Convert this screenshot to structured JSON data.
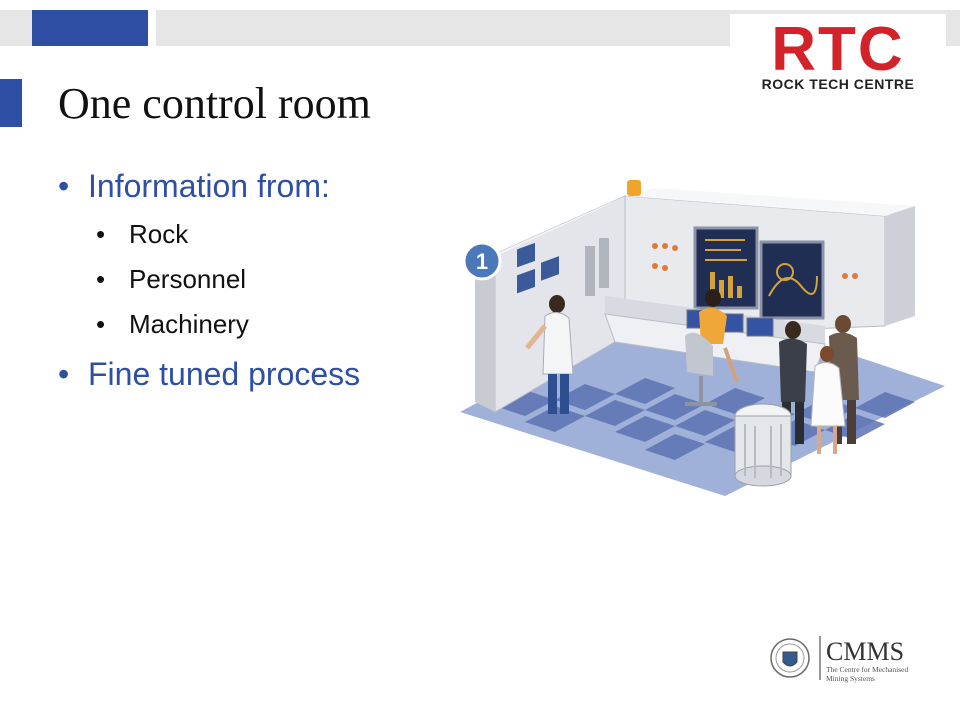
{
  "slide": {
    "title": "One control room",
    "bullets": {
      "item1": "Information from:",
      "sub": [
        "Rock",
        "Personnel",
        "Machinery"
      ],
      "item2": "Fine tuned process"
    }
  },
  "logos": {
    "rtc": {
      "big": "RTC",
      "small": "ROCK TECH CENTRE"
    },
    "cmms": {
      "name": "CMMS",
      "line1": "The Centre for Mechanised",
      "line2": "Mining Systems"
    }
  },
  "illustration": {
    "badge": "1"
  },
  "colors": {
    "accent": "#2e4fa3",
    "rtc_red": "#d2232a",
    "floor_dark": "#5b73b3",
    "floor_light": "#9fb0d9"
  }
}
